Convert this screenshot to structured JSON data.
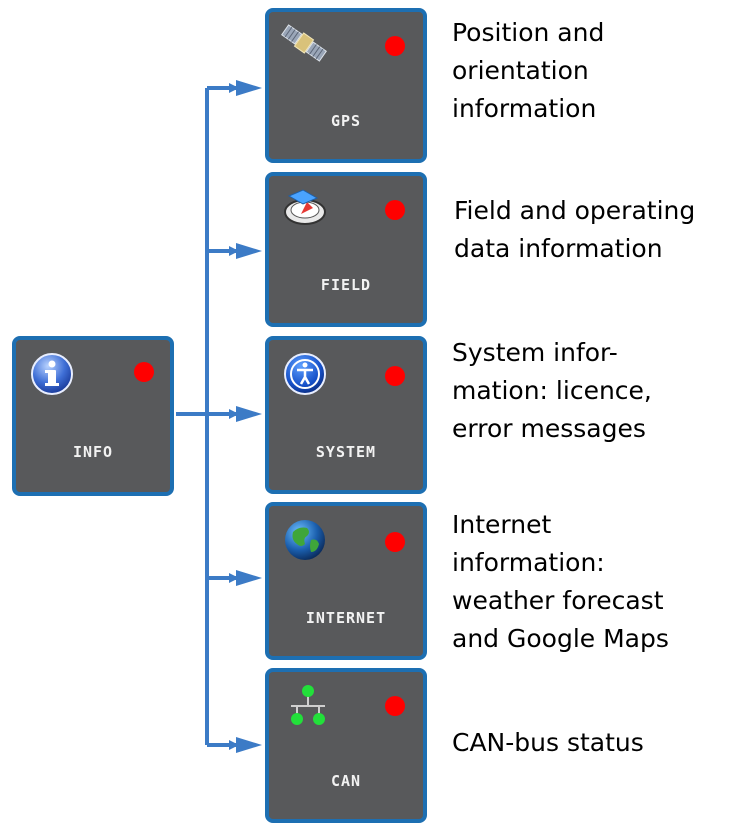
{
  "root": {
    "label": "INFO",
    "icon": "info-icon",
    "status_color": "#ff0000"
  },
  "children": [
    {
      "label": "GPS",
      "icon": "satellite-icon",
      "status_color": "#ff0000",
      "description": "Position and\norientation\ninformation"
    },
    {
      "label": "FIELD",
      "icon": "field-map-icon",
      "status_color": "#ff0000",
      "description": "Field and operating\ndata information"
    },
    {
      "label": "SYSTEM",
      "icon": "accessibility-icon",
      "status_color": "#ff0000",
      "description": "System infor-\nmation: licence,\nerror messages"
    },
    {
      "label": "INTERNET",
      "icon": "globe-icon",
      "status_color": "#ff0000",
      "description": "Internet\ninformation:\nweather forecast\nand Google Maps"
    },
    {
      "label": "CAN",
      "icon": "network-icon",
      "status_color": "#ff0000",
      "description": "CAN-bus status"
    }
  ],
  "colors": {
    "connector": "#3c7bc6",
    "tile_border": "#1d6fb2",
    "tile_bg": "#58595b"
  }
}
